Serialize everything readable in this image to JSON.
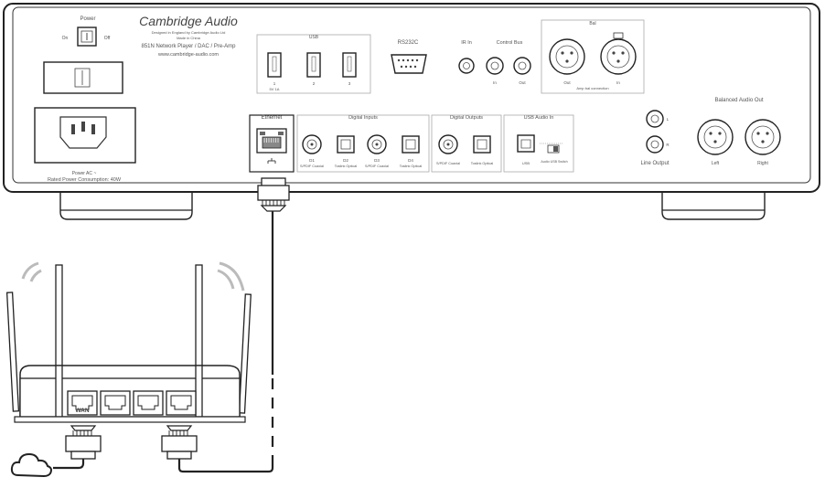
{
  "device": {
    "brand": "Cambridge Audio",
    "brand_sub1": "Designed in England by Cambridge Audio Ltd",
    "brand_sub2": "Made in China",
    "model": "851N Network Player / DAC / Pre-Amp",
    "website": "www.cambridge-audio.com",
    "power_label": "Power",
    "power_on": "On",
    "power_off": "Off",
    "power_rating1": "Power AC ~",
    "power_rating2": "Rated Power Consumption: 40W",
    "usb_header": "USB",
    "usb_1": "1",
    "usb_2": "2",
    "usb_3": "3",
    "usb_note": "5V 1A",
    "rs232": "RS232C",
    "ir_in": "IR In",
    "control_bus": "Control Bus",
    "cb_in": "In",
    "cb_out": "Out",
    "xlr_header": "Bal",
    "xlr_out": "Out",
    "xlr_in": "In",
    "xlr_note": "Amp bal connection",
    "ethernet": "Ethernet",
    "digital_inputs": "Digital Inputs",
    "d1": "D1",
    "d1s": "S/PDIF Coaxial",
    "d2": "D2",
    "d2s": "Toslink Optical",
    "d3": "D3",
    "d3s": "S/PDIF Coaxial",
    "d4": "D4",
    "d4s": "Toslink Optical",
    "digital_outputs": "Digital Outputs",
    "do1": "S/PDIF Coaxial",
    "do2": "Toslink Optical",
    "usb_audio_in": "USB Audio In",
    "usb_b": "USB",
    "usb_switch": "Audio USB Switch",
    "line_output": "Line Output",
    "lo_l": "L",
    "lo_r": "R",
    "balanced_audio_out": "Balanced Audio Out",
    "bal_left": "Left",
    "bal_right": "Right"
  },
  "router": {
    "wan_label": "WAN"
  }
}
